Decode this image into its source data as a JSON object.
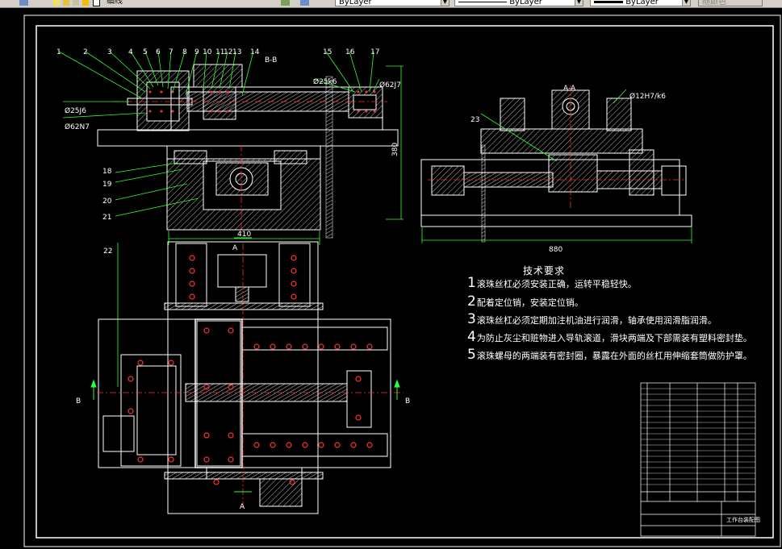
{
  "toolbar": {
    "linetype_partial": "细线",
    "color_select": "ByLayer",
    "linetype_select": "ByLayer",
    "lineweight_select": "ByLayer",
    "plotstyle_select": "随颜色"
  },
  "drawing": {
    "part_labels": [
      "1",
      "2",
      "3",
      "4",
      "5",
      "6",
      "7",
      "8",
      "9",
      "10",
      "11",
      "12",
      "13",
      "14",
      "15",
      "16",
      "17",
      "18",
      "19",
      "20",
      "21",
      "22",
      "23"
    ],
    "section_labels": {
      "bb": "B-B",
      "aa": "A-A",
      "a_mark": "A",
      "b_mark": "B"
    },
    "fits": {
      "f25j6": "Ø25J6",
      "f62n7": "Ø62N7",
      "f25k6": "Ø25k6",
      "f62j7": "Ø62J7",
      "f12h7k6": "Ø12H7/k6"
    },
    "dimensions": {
      "d380": "380",
      "d410": "410",
      "d880": "880"
    }
  },
  "technical_requirements": {
    "title": "技术要求",
    "items": [
      {
        "num": "1",
        "text": "滚珠丝杠必须安装正确，运转平稳轻快。"
      },
      {
        "num": "2",
        "text": "配着定位销，安装定位销。"
      },
      {
        "num": "3",
        "text": "滚珠丝杠必须定期加注机油进行润滑，轴承使用润滑脂润滑。"
      },
      {
        "num": "4",
        "text": "为防止灰尘和赃物进入导轨滚道，滑块两端及下部需装有塑料密封垫。"
      },
      {
        "num": "5",
        "text": "滚珠螺母的两端装有密封圈，暴露在外面的丝杠用伸缩套筒做防护罩。"
      }
    ]
  },
  "title_block": {
    "drawing_name": "工作台装配图"
  }
}
